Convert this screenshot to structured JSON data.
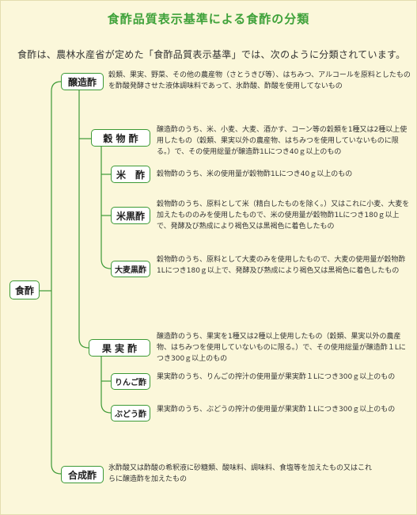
{
  "title": "食酢品質表示基準による食酢の分類",
  "intro": "食酢は、農林水産省が定めた「食酢品質表示基準」では、次のように分類されています。",
  "colors": {
    "accent": "#3fa23a",
    "line": "#3d9a36",
    "background": "#fbf7da"
  },
  "root": {
    "label": "食酢"
  },
  "categories": {
    "jozo": {
      "label": "醸造酢",
      "description": "穀類、果実、野菜、その他の農産物（さとうきび等）、はちみつ、アルコールを原料としたものを酢酸発酵させた液体調味料であって、氷酢酸、酢酸を使用してないもの"
    },
    "kokumotsu": {
      "label": "穀 物 酢",
      "description": "醸造酢のうち、米、小麦、大麦、酒かす、コーン等の穀類を1種又は2種以上使用したもの（穀類、果実以外の農産物、はちみつを使用していないものに限る。）で、その使用総量が醸造酢1Lにつき40ｇ以上のもの"
    },
    "kome": {
      "label": "米　酢",
      "description": "穀物酢のうち、米の使用量が穀物酢1Lにつき40ｇ以上のもの"
    },
    "komekuro": {
      "label": "米黒酢",
      "description": "穀物酢のうち、原料として米（精白したものを除く。）又はこれに小麦、大麦を加えたもののみを使用したもので、米の使用量が穀物酢1Lにつき180ｇ以上で、発酵及び熟成により褐色又は黒褐色に着色したもの"
    },
    "omugikuro": {
      "label": "大麦黒酢",
      "description": "穀物酢のうち、原料として大麦のみを使用したもので、大麦の使用量が穀物酢1Lにつき180ｇ以上で、発酵及び熟成により褐色又は黒褐色に着色したもの"
    },
    "kajitsu": {
      "label": "果 実 酢",
      "description": "醸造酢のうち、果実を1種又は2種以上使用したもの（穀類、果実以外の農産物、はちみつを使用していないものに限る。）で、その使用総量が醸造酢１Lにつき300ｇ以上のもの"
    },
    "ringo": {
      "label": "りんご酢",
      "description": "果実酢のうち、りんごの搾汁の使用量が果実酢１Lにつき300ｇ以上のもの"
    },
    "budo": {
      "label": "ぶどう酢",
      "description": "果実酢のうち、ぶどうの搾汁の使用量が果実酢１Lにつき300ｇ以上のもの"
    },
    "gosei": {
      "label": "合成酢",
      "description": "氷酢酸又は酢酸の希釈液に砂糖類、酸味料、調味料、食塩等を加えたもの又はこれらに醸造酢を加えたもの"
    }
  }
}
